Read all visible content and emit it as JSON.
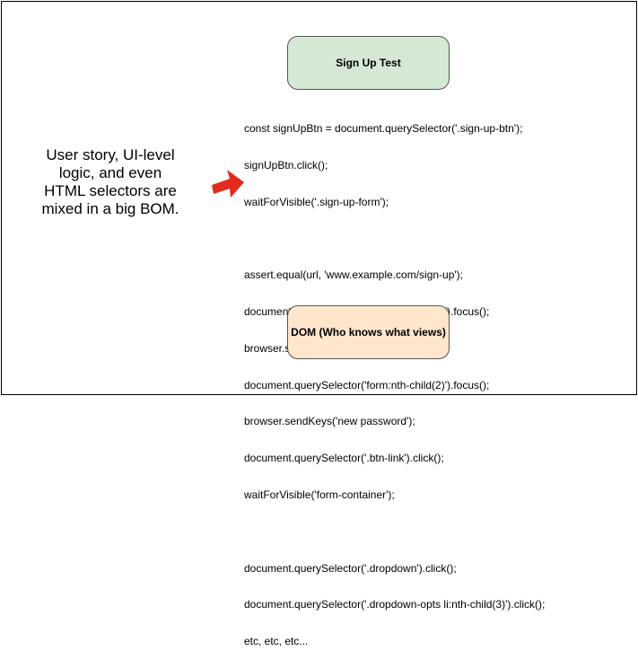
{
  "colors": {
    "top_box_fill": "#d5e8d4",
    "bottom_box_fill": "#ffe6cc",
    "arrow": "#e32b1d"
  },
  "top_box": {
    "label": "Sign Up Test"
  },
  "bottom_box": {
    "label": "DOM (Who knows what views)"
  },
  "annotation": {
    "lines": [
      "User story, UI-level",
      "logic, and even",
      "HTML selectors are",
      "mixed in a big BOM."
    ]
  },
  "code": {
    "block1": [
      "const signUpBtn = document.querySelector('.sign-up-btn');",
      "signUpBtn.click();",
      "waitForVisible('.sign-up-form');"
    ],
    "block2": [
      "assert.equal(url, 'www.example.com/sign-up');",
      "document.querySelector('form:nth-child(1)').focus();",
      "browser.sendKeys('new username');",
      "document.querySelector('form:nth-child(2)').focus();",
      "browser.sendKeys('new password');",
      "document.querySelector('.btn-link').click();",
      "waitForVisible('form-container');"
    ],
    "block3": [
      "document.querySelector('.dropdown').click();",
      "document.querySelector('.dropdown-opts li:nth-child(3)').click();",
      "etc, etc, etc..."
    ]
  }
}
